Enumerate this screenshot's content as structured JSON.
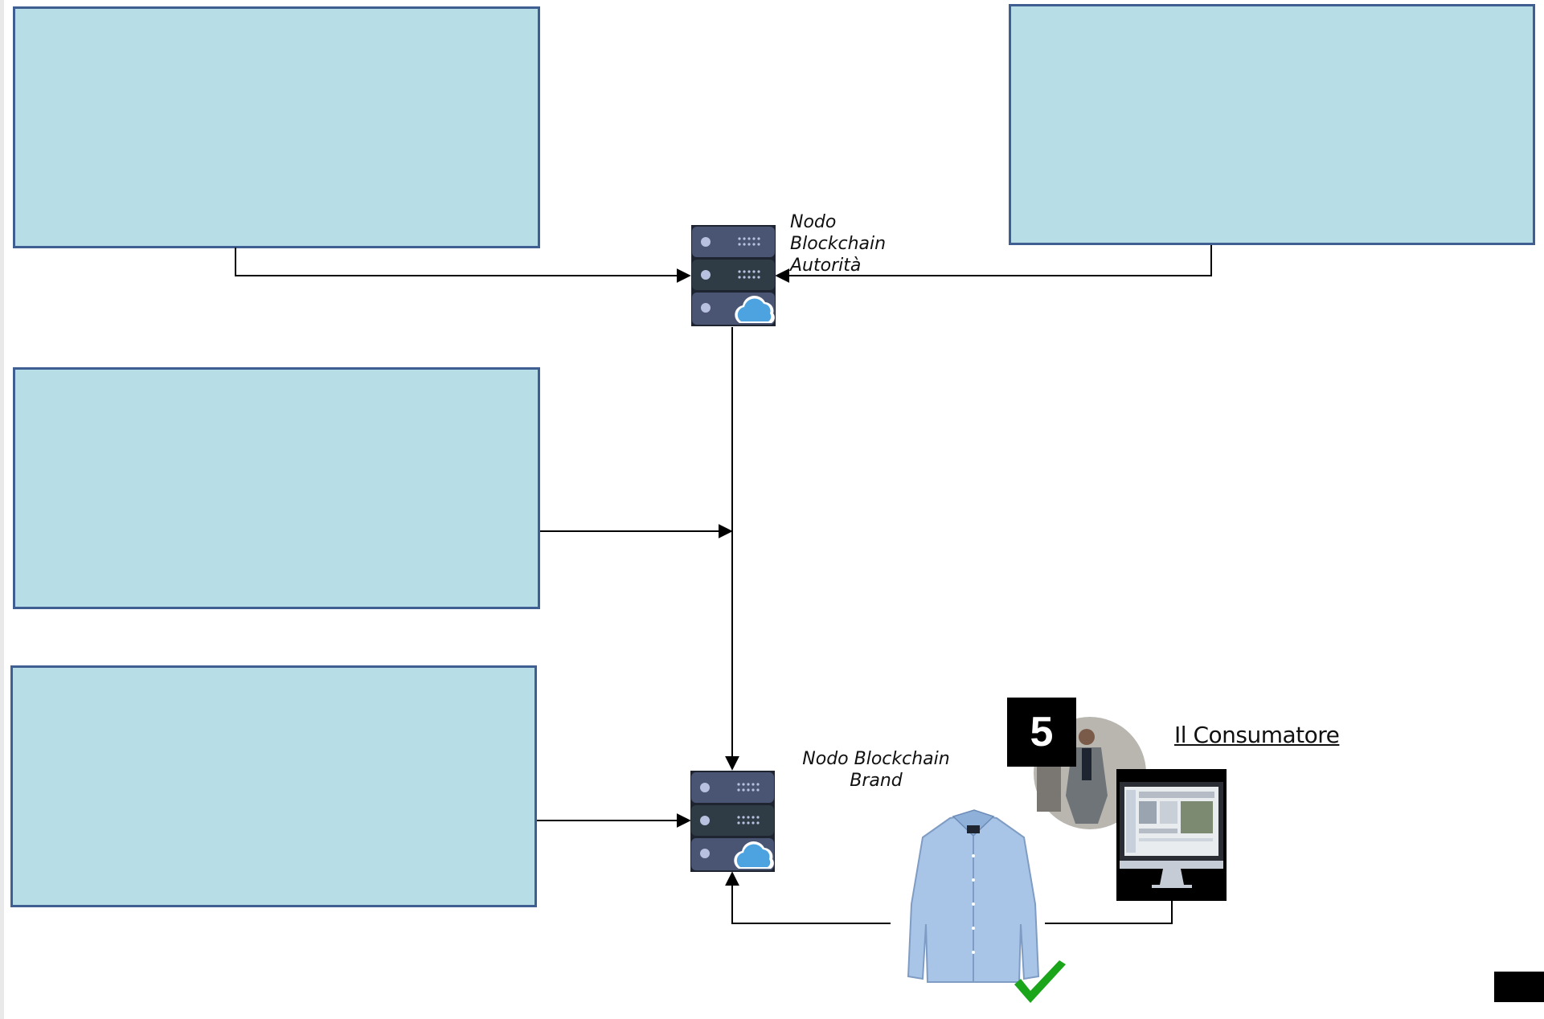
{
  "nodes": {
    "authority": {
      "label_lines": [
        "Nodo",
        "Blockchain",
        "Autorità"
      ]
    },
    "brand": {
      "label_lines": [
        "Nodo Blockchain",
        "Brand"
      ]
    }
  },
  "consumer": {
    "step_number": "5",
    "title": "Il Consumatore"
  },
  "colors": {
    "box_fill": "#b7dde7",
    "box_border": "#3f5f93",
    "server_body": "#4a5573",
    "server_dark": "#2f3b45",
    "cloud": "#4da3e0",
    "checkmark": "#1aa51a",
    "shirt": "#a8c4e6"
  },
  "icons": [
    "server-cloud-icon",
    "shirt-image",
    "consumer-photo",
    "monitor-icon",
    "checkmark-icon"
  ]
}
